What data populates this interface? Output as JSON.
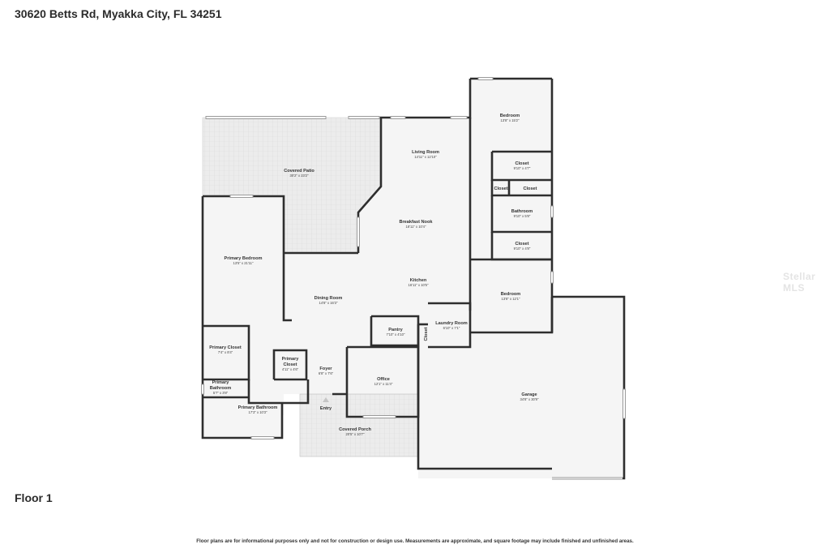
{
  "header": {
    "address": "30620 Betts Rd, Myakka City, FL 34251"
  },
  "floor": {
    "label": "Floor 1"
  },
  "footer": {
    "disclaimer": "Floor plans are for informational purposes only and not for construction or design use. Measurements are approximate, and square footage may include finished and unfinished areas."
  },
  "watermark": {
    "text": "Stellar MLS"
  },
  "rooms": {
    "covered_patio": {
      "name": "Covered Patio",
      "dim": "30'2\" x 23'2\""
    },
    "living_room": {
      "name": "Living Room",
      "dim": "14'11\" x 12'10\""
    },
    "breakfast_nook": {
      "name": "Breakfast Nook",
      "dim": "18'11\" x 10'4\""
    },
    "kitchen": {
      "name": "Kitchen",
      "dim": "16'11\" x 10'5\""
    },
    "dining_room": {
      "name": "Dining Room",
      "dim": "14'8\" x 16'3\""
    },
    "primary_bedroom": {
      "name": "Primary Bedroom",
      "dim": "13'5\" x 21'11\""
    },
    "primary_closet_1": {
      "name": "Primary Closet",
      "dim": "7'4\" x 8'4\""
    },
    "primary_closet_2": {
      "name_line1": "Primary",
      "name_line2": "Closet",
      "dim": "4'11\" x 4'6\""
    },
    "primary_bathroom_small": {
      "name_line1": "Primary",
      "name_line2": "Bathroom",
      "dim": "5'7\" x 3'8\""
    },
    "primary_bathroom": {
      "name": "Primary Bathroom",
      "dim": "17'3\" x 10'3\""
    },
    "foyer": {
      "name": "Foyer",
      "dim": "6'8\" x 7'6\""
    },
    "entry": {
      "name": "Entry"
    },
    "covered_porch": {
      "name": "Covered Porch",
      "dim": "20'5\" x 10'7\""
    },
    "office": {
      "name": "Office",
      "dim": "12'1\" x 11'4\""
    },
    "pantry": {
      "name": "Pantry",
      "dim": "7'10\" x 4'10\""
    },
    "laundry_room": {
      "name": "Laundry Room",
      "dim": "6'10\" x 7'1\""
    },
    "closet_laundry": {
      "name": "Closet"
    },
    "garage": {
      "name": "Garage",
      "dim": "34'8\" x 30'9\""
    },
    "bedroom_top": {
      "name": "Bedroom",
      "dim": "13'8\" x 15'2\""
    },
    "closet_a": {
      "name": "Closet",
      "dim": "9'10\" x 4'7\""
    },
    "closet_b": {
      "name": "Closet"
    },
    "closet_c": {
      "name": "Closet"
    },
    "bathroom": {
      "name": "Bathroom",
      "dim": "9'10\" x 5'8\""
    },
    "closet_d": {
      "name": "Closet",
      "dim": "9'10\" x 4'8\""
    },
    "bedroom_bottom": {
      "name": "Bedroom",
      "dim": "13'8\" x 12'1\""
    }
  }
}
